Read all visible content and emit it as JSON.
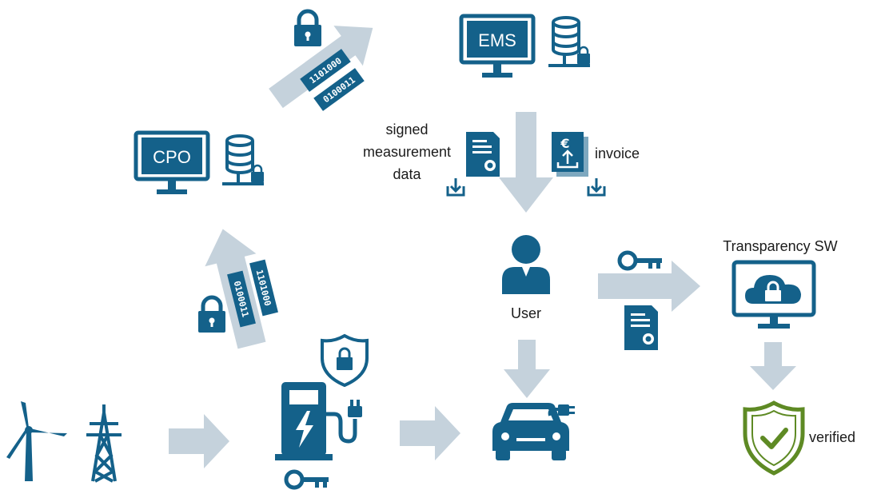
{
  "labels": {
    "ems": "EMS",
    "cpo": "CPO",
    "signed_line1": "signed",
    "signed_line2": "measurement",
    "signed_line3": "data",
    "invoice": "invoice",
    "user": "User",
    "transparency": "Transparency SW",
    "verified": "verified",
    "euro": "€"
  },
  "bits": {
    "top_a": "1101000",
    "top_b": "0100011",
    "left_a": "1101000",
    "left_b": "0100011"
  },
  "colors": {
    "primary": "#14618a",
    "arrow": "#c5d2dc",
    "verified_green": "#5e8a24",
    "text": "#1b1b1b"
  },
  "icons": [
    "padlock-icon",
    "monitor-icon",
    "database-icon",
    "document-icon",
    "download-icon",
    "invoice-icon",
    "user-icon",
    "key-icon",
    "cloud-lock-icon",
    "shield-lock-icon",
    "shield-check-icon",
    "charging-station-icon",
    "car-icon",
    "plug-icon",
    "wind-turbine-icon",
    "power-pylon-icon"
  ]
}
